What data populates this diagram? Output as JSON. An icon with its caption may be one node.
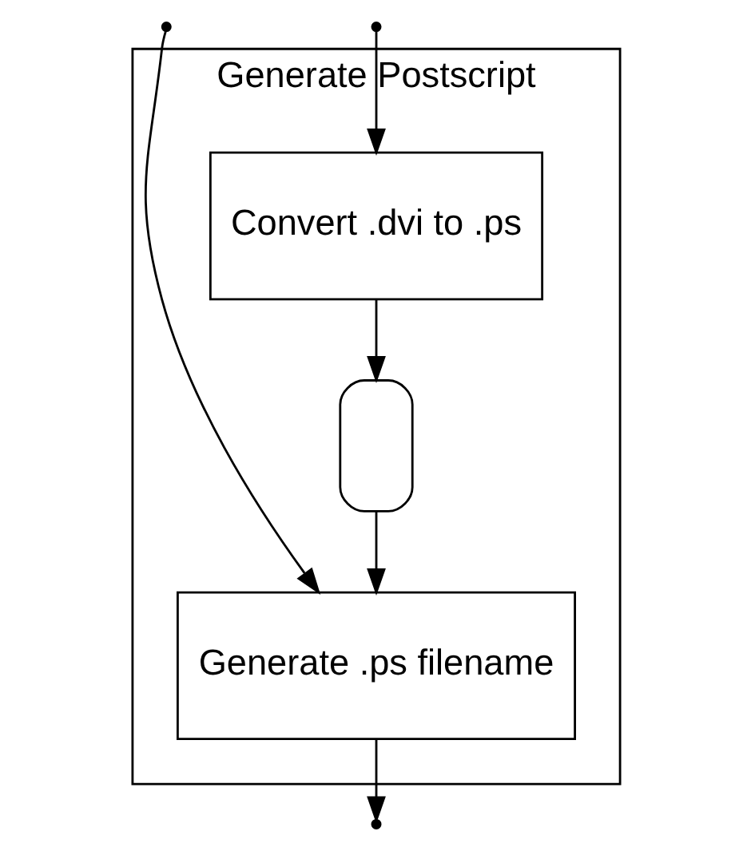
{
  "diagram": {
    "nodes": [
      {
        "text": [
          "Generate Postscript"
        ]
      },
      {
        "text": [
          "Convert .dvi to .ps"
        ],
        "in": 0
      },
      {
        "text": [],
        "shape": "box",
        "in": 0
      },
      {
        "text": [
          "Generate .ps filename"
        ],
        "in": 0
      }
    ],
    "edges": [
      {
        "from": null,
        "to": 1,
        "arrow": "to"
      },
      {
        "from": 1,
        "to": 2,
        "arrow": "to"
      },
      {
        "from": 2,
        "to": 3,
        "arrow": "to"
      },
      {
        "from": null,
        "to": 3,
        "arrow": "to"
      },
      {
        "from": 3,
        "to": null,
        "arrow": "to"
      }
    ]
  }
}
